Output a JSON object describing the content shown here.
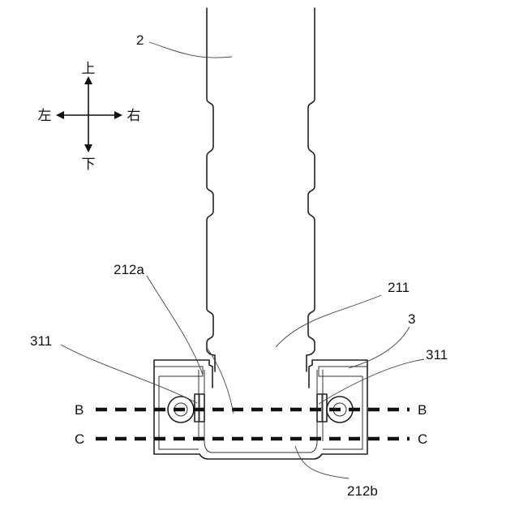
{
  "compass": {
    "up": "上",
    "down": "下",
    "left": "左",
    "right": "右"
  },
  "labels": {
    "part_2": "2",
    "part_3": "3",
    "part_211": "211",
    "part_212a": "212a",
    "part_212b": "212b",
    "part_311_left": "311",
    "part_311_right": "311"
  },
  "section_lines": {
    "b_left": "B",
    "b_right": "B",
    "c_left": "C",
    "c_right": "C"
  }
}
